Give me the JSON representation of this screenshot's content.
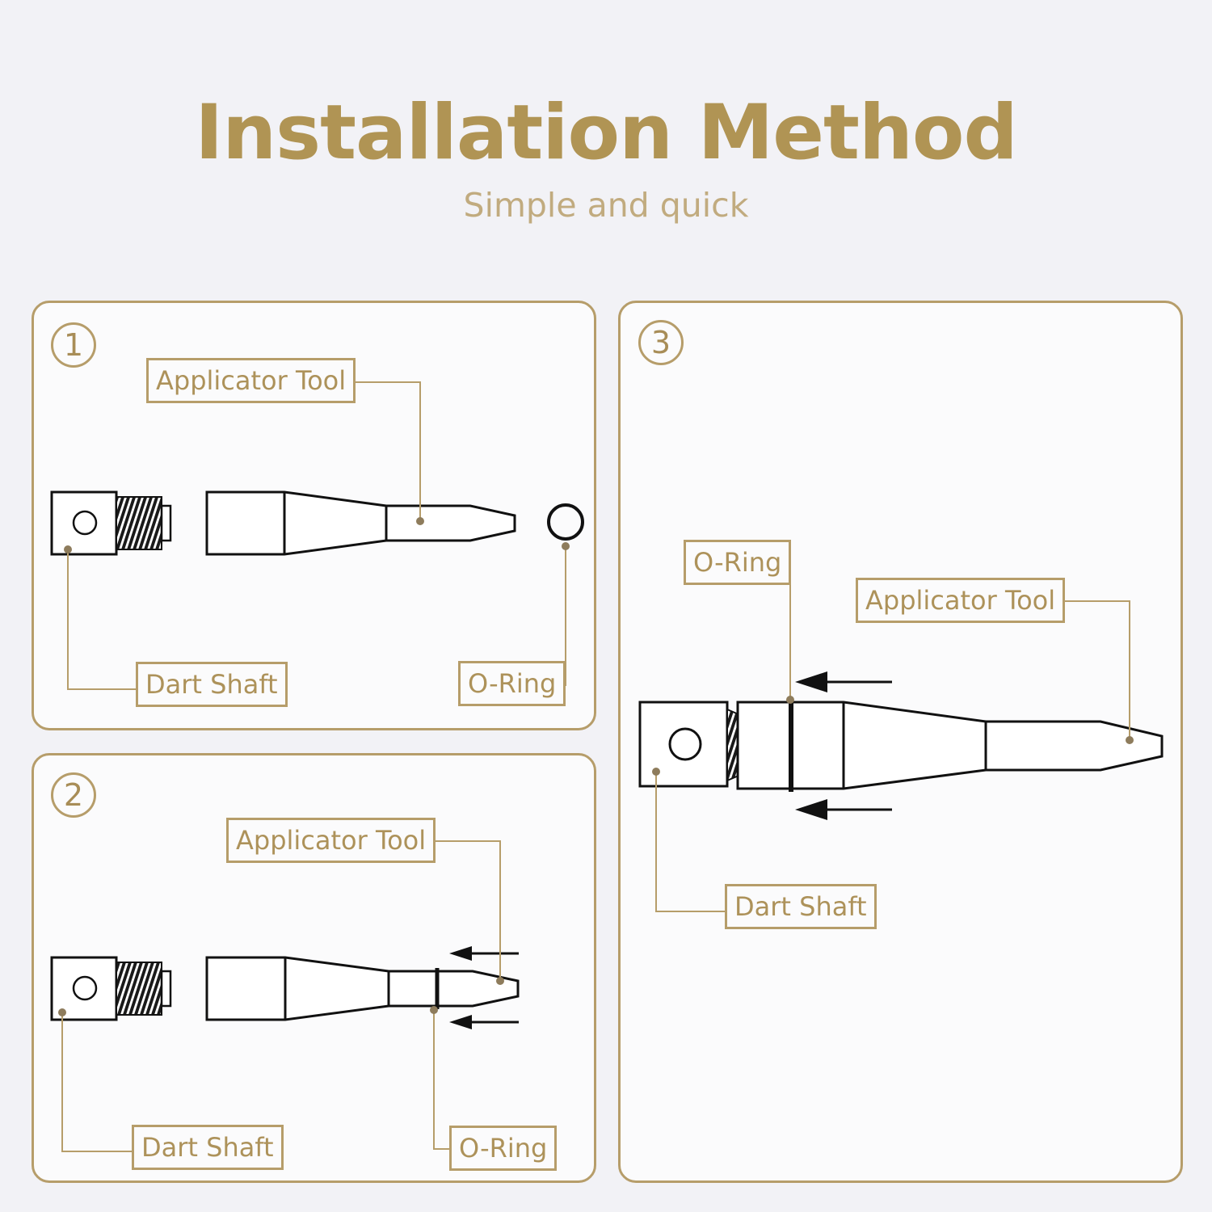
{
  "header": {
    "title": "Installation Method",
    "subtitle": "Simple and quick"
  },
  "steps": [
    {
      "number": "1",
      "labels": {
        "tool": "Applicator Tool",
        "shaft": "Dart Shaft",
        "ring": "O-Ring"
      }
    },
    {
      "number": "2",
      "labels": {
        "tool": "Applicator Tool",
        "shaft": "Dart Shaft",
        "ring": "O-Ring"
      }
    },
    {
      "number": "3",
      "labels": {
        "ring": "O-Ring",
        "tool": "Applicator Tool",
        "shaft": "Dart Shaft"
      }
    }
  ],
  "colors": {
    "accent": "#b09454",
    "subtitle": "#c1ab7f",
    "border": "#b69d6a",
    "line": "#111111"
  }
}
